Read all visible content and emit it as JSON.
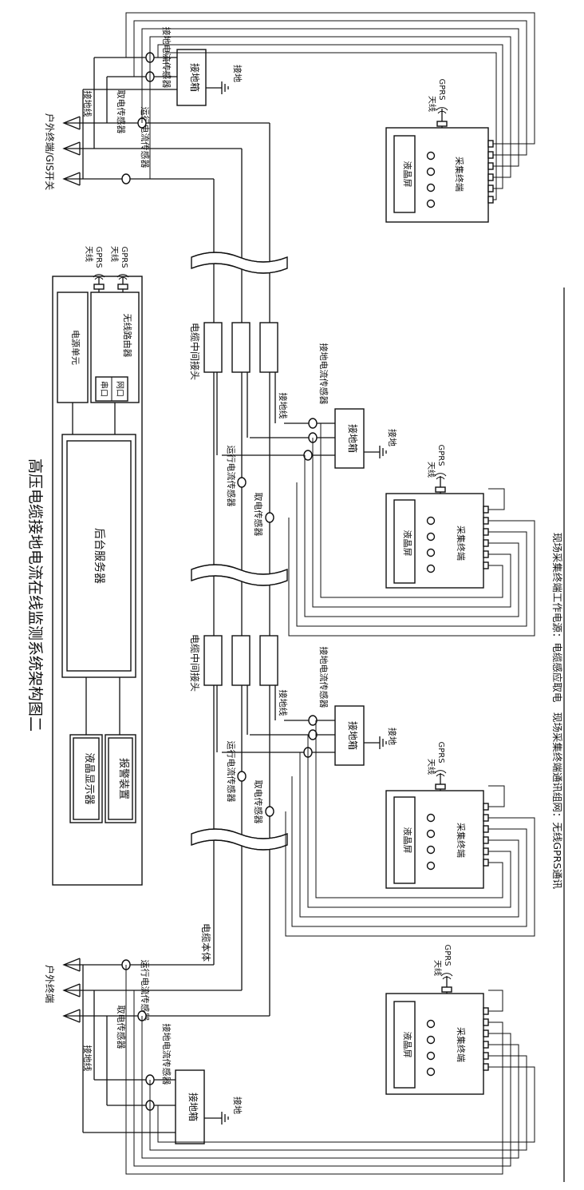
{
  "title": "高压电缆接地电流在线监测系统架构图二",
  "footnote": "现场采集终端工作电源：电缆感应取电　现场采集终端通讯组网：无线GPRS通讯",
  "control_room": {
    "power_unit": "电源单元",
    "wireless_router": "无线路由器",
    "serial_port": "串口",
    "network_port": "网口",
    "backend_server": "后台服务器",
    "lcd_display": "液晶显示器",
    "alarm_device": "报警装置",
    "antenna": "天线",
    "gprs": "GPRS"
  },
  "top_end": {
    "terminal_label": "户外终端/GIS开关",
    "grounding_wire": "接地线",
    "grounding_sensor": "接地电流传感器",
    "power_sensor": "取电传感器",
    "running_sensor": "运行电流传感器",
    "grounding_box": "接地箱",
    "ground": "接地"
  },
  "bottom_end": {
    "terminal_label": "户外终端",
    "grounding_wire": "接地线",
    "grounding_sensor": "接地电流传感器",
    "power_sensor": "取电传感器",
    "running_sensor": "运行电流传感器",
    "grounding_box": "接地箱",
    "ground": "接地"
  },
  "joints": [
    {
      "joint_label": "电缆中间接头",
      "grounding_wire": "接地线",
      "grounding_sensor": "接地电流传感器",
      "running_sensor": "运行电流传感器",
      "power_sensor": "取电传感器",
      "grounding_box": "接地箱",
      "ground": "接地"
    },
    {
      "joint_label": "电缆中间接头",
      "grounding_wire": "接地线",
      "grounding_sensor": "接地电流传感器",
      "running_sensor": "运行电流传感器",
      "power_sensor": "取电传感器",
      "grounding_box": "接地箱",
      "ground": "接地"
    }
  ],
  "cable_body": "电缆本体",
  "terminals": [
    {
      "lcd": "液晶屏",
      "name": "采集终端",
      "antenna": "天线",
      "gprs": "GPRS"
    },
    {
      "lcd": "液晶屏",
      "name": "采集终端",
      "antenna": "天线",
      "gprs": "GPRS"
    },
    {
      "lcd": "液晶屏",
      "name": "采集终端",
      "antenna": "天线",
      "gprs": "GPRS"
    },
    {
      "lcd": "液晶屏",
      "name": "采集终端",
      "antenna": "天线",
      "gprs": "GPRS"
    }
  ]
}
